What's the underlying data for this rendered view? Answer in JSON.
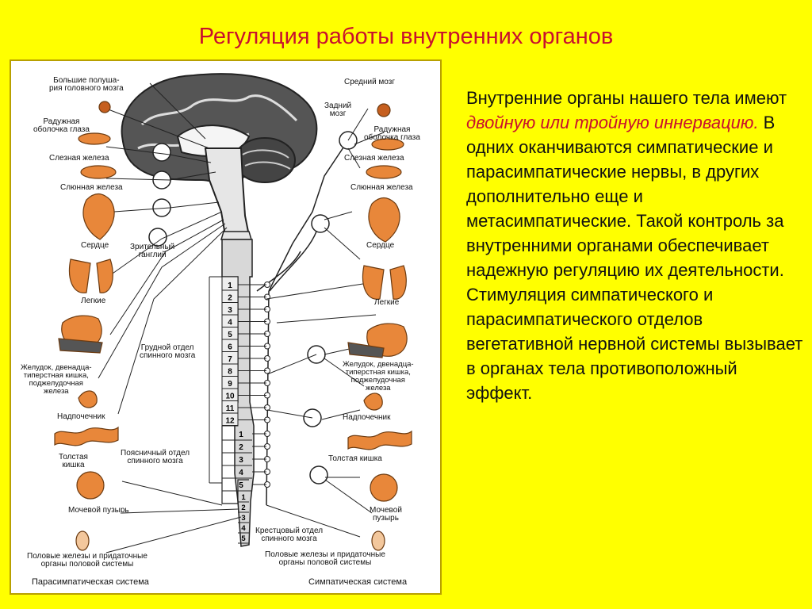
{
  "title": "Регуляция работы внутренних органов",
  "diagram": {
    "left_labels": {
      "hemispheres": "Большие полуша-\nрия головного мозга",
      "iris": "Радужная\nоболочка глаза",
      "lacrimal": "Слезная железа",
      "salivary": "Слюнная железа",
      "heart": "Сердце",
      "optic_ganglion": "Зрительный\nганглий",
      "lungs": "Легкие",
      "thoracic": "Грудной отдел\nспинного мозга",
      "stomach": "Желудок, двенадца-\nтиперстная кишка,\nподжелудочная\nжелеза",
      "adrenal": "Надпочечник",
      "lumbar": "Поясничный отдел\nспинного мозга",
      "colon": "Толстая\nкишка",
      "bladder": "Мочевой пузырь",
      "gonads": "Половые железы и придаточные\nорганы половой системы",
      "system": "Парасимпатическая система"
    },
    "right_labels": {
      "midbrain": "Средний мозг",
      "hindbrain": "Задний\nмозг",
      "iris": "Радужная\nоболочка глаза",
      "lacrimal": "Слезная железа",
      "salivary": "Слюнная железа",
      "heart": "Сердце",
      "lungs": "Легкие",
      "stomach": "Желудок, двенадца-\nтиперстная кишка,\nподжелудочная\nжелеза",
      "adrenal": "Надпочечник",
      "colon": "Толстая кишка",
      "bladder": "Мочевой\nпузырь",
      "sacral": "Крестцовый отдел\nспинного мозга",
      "gonads": "Половые железы и придаточные\nорганы половой системы",
      "system": "Симпатическая система"
    },
    "thoracic_segments": [
      "1",
      "2",
      "3",
      "4",
      "5",
      "6",
      "7",
      "8",
      "9",
      "10",
      "11",
      "12"
    ],
    "lumbar_segments": [
      "1",
      "2",
      "3",
      "4",
      "5"
    ],
    "sacral_segments": [
      "1",
      "2",
      "3",
      "4",
      "5"
    ]
  },
  "text": {
    "p1_before": "Внутренние органы нашего тела имеют ",
    "p1_highlight": "двойную или тройную иннервацию.",
    "p1_after": " В одних оканчиваются симпатические и парасимпатические нервы, в других дополнительно еще и метасимпатические. Такой контроль за внутренними органами обеспечивает надежную регуляцию их деятельности.",
    "p2": "Стимуляция симпатического и парасимпатического отделов вегетативной нервной системы вызывает в органах тела противоположный эффект."
  },
  "colors": {
    "background": "#ffff00",
    "title": "#c8102e",
    "highlight": "#c8102e",
    "organ": "#e8873a"
  }
}
